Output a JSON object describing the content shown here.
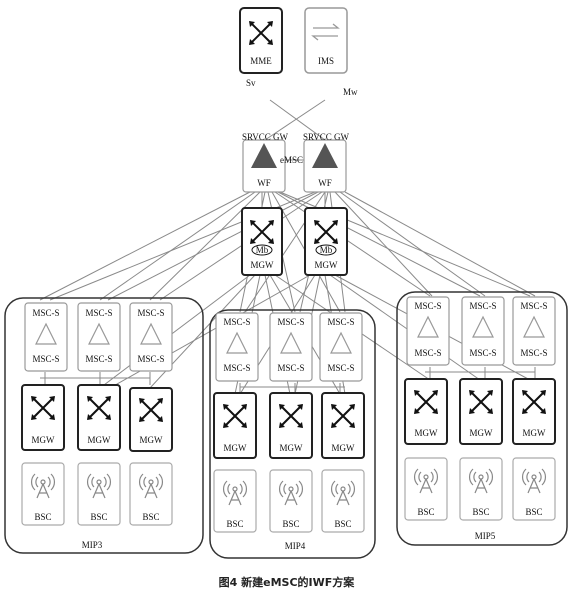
{
  "caption": "图4  新建eMSC的IWF方案",
  "top": {
    "mme": "MME",
    "ims": "IMS",
    "sv": "Sv",
    "mw": "Mw",
    "emsc": "eMSC",
    "srvcc_gw": "SRVCC GW",
    "wf": "WF",
    "mb": "Mb",
    "mgw": "MGW"
  },
  "nodes": {
    "msc_s": "MSC-S",
    "mgw": "MGW",
    "bsc": "BSC"
  },
  "groups": [
    "MIP3",
    "MIP4",
    "MIP5"
  ],
  "colors": {
    "box_stroke": "#2a2a2a",
    "light_stroke": "#9a9a9a",
    "line": "#8a8a8a",
    "triangle_fill": "#555555"
  }
}
